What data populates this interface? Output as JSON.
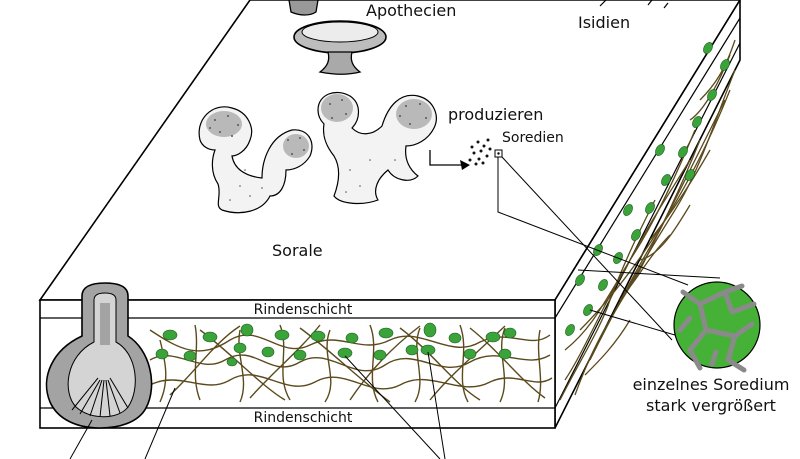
{
  "labels": {
    "apothecien": "Apothecien",
    "isidien": "Isidien",
    "produzieren": "produzieren",
    "soredien": "Soredien",
    "sorale": "Sorale",
    "rinde_oben": "Rindenschicht",
    "rinde_unten": "Rindenschicht",
    "soredium_line1": "einzelnes Soredium",
    "soredium_line2": "stark vergrößert"
  },
  "colors": {
    "algae": "#3aa339",
    "hyphae": "#5a4a1c",
    "soredium_fill": "#45b136",
    "soredium_hyphae": "#8a8a8a",
    "outline": "#000000",
    "sorale_gray": "#b9b9b9",
    "fruit_gray": "#a3a3a3"
  }
}
